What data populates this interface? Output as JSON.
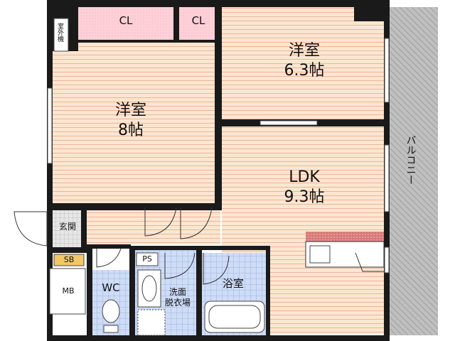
{
  "rooms": {
    "western_room_1": {
      "name": "洋室",
      "size": "6.3帖"
    },
    "western_room_2": {
      "name": "洋室",
      "size": "8帖"
    },
    "ldk": {
      "name": "LDK",
      "size": "9.3帖"
    },
    "closet_1": "CL",
    "closet_2": "CL",
    "entrance": "玄関",
    "wc": "WC",
    "washroom": "洗面\n脱衣場",
    "bathroom": "浴室",
    "balcony": "バルコニー",
    "outdoor_unit": "室外機",
    "shoe_box": "SB",
    "meter_box": "MB",
    "pipe_space": "PS"
  },
  "colors": {
    "wood_floor": "#fbe6d2",
    "wood_line": "#efb592",
    "tile_floor": "#cfdcf6",
    "tile_line": "#8fa8d8",
    "closet_pink": "#ffd0d8",
    "wall": "#1a1a1a",
    "balcony": "#bfbfbf",
    "counter": "#d97b7b"
  }
}
